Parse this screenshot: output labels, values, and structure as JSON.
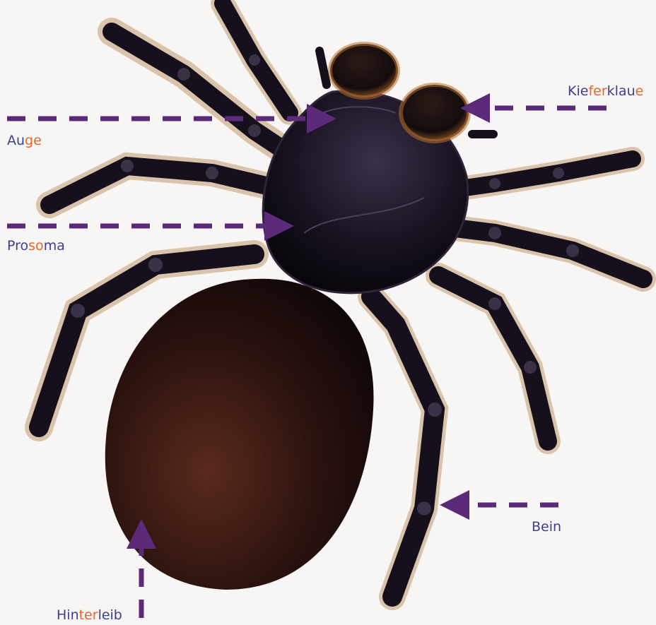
{
  "colors": {
    "label_text": "#3b3f8f",
    "label_highlight": "#e8662a",
    "arrow": "#5b2a78",
    "body": "#1a1424",
    "abdomen": "#3a1e18",
    "hair": "#c08a4a",
    "background": "#f7f6f4"
  },
  "labels": {
    "kieferklaue": {
      "parts": [
        {
          "text": "Kie",
          "hl": false
        },
        {
          "text": "fer",
          "hl": true
        },
        {
          "text": "klau",
          "hl": false
        },
        {
          "text": "e",
          "hl": true
        }
      ]
    },
    "auge": {
      "parts": [
        {
          "text": "Au",
          "hl": false
        },
        {
          "text": "ge",
          "hl": true
        }
      ]
    },
    "prosoma": {
      "parts": [
        {
          "text": "Pro",
          "hl": false
        },
        {
          "text": "so",
          "hl": true
        },
        {
          "text": "ma",
          "hl": false
        }
      ]
    },
    "bein": {
      "parts": [
        {
          "text": "Bein",
          "hl": false
        }
      ]
    },
    "hinterleib": {
      "parts": [
        {
          "text": "Hin",
          "hl": false
        },
        {
          "text": "ter",
          "hl": true
        },
        {
          "text": "leib",
          "hl": false
        }
      ]
    }
  }
}
